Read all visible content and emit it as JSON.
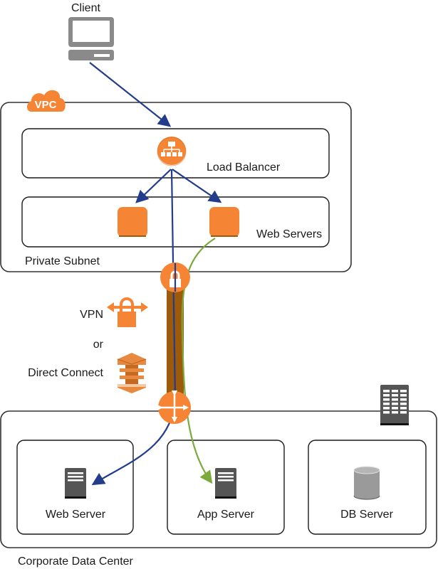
{
  "diagram": {
    "client": {
      "label": "Client",
      "icon": "desktop-computer-icon"
    },
    "vpc": {
      "badge": "VPC",
      "icon": "cloud-icon"
    },
    "private_subnet": {
      "label": "Private Subnet"
    },
    "load_balancer": {
      "label": "Load Balancer",
      "icon": "load-balancer-icon"
    },
    "web_servers_group": {
      "label": "Web Servers",
      "instances": 2,
      "icon": "ec2-instance-icon"
    },
    "vpn": {
      "label": "VPN",
      "icon": "vpn-gateway-icon"
    },
    "or_label": "or",
    "direct_connect": {
      "label": "Direct Connect",
      "icon": "direct-connect-icon"
    },
    "corporate_dc": {
      "label": "Corporate Data Center",
      "icon": "corporate-building-icon"
    },
    "on_prem": [
      {
        "label": "Web Server",
        "icon": "server-icon"
      },
      {
        "label": "App Server",
        "icon": "server-icon"
      },
      {
        "label": "DB Server",
        "icon": "database-icon"
      }
    ],
    "colors": {
      "aws_orange": "#f58534",
      "connection_brown": "#9d5a0a",
      "flow_blue": "#233d8c",
      "flow_green": "#7aaa3c",
      "server_gray": "#555555",
      "db_gray": "#9a9a9a",
      "border": "#1a1a1a"
    }
  }
}
